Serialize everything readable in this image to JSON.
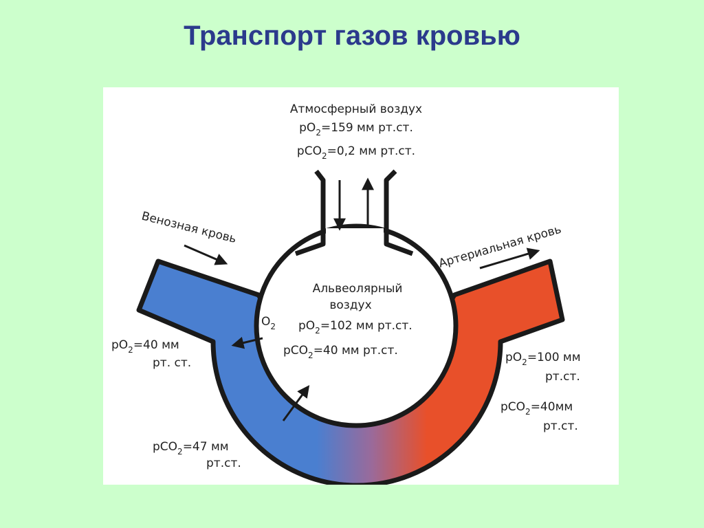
{
  "title": "Транспорт газов кровью",
  "colors": {
    "background": "#ccffcc",
    "title": "#2b3a8c",
    "venous": "#4a7fd0",
    "arterial": "#e8502a",
    "outline": "#1a1a1a"
  },
  "diagram": {
    "atmosphere": {
      "title": "Атмосферный воздух",
      "po2": {
        "prefix": "pO",
        "sub": "2",
        "value": "=159 мм рт.ст."
      },
      "pco2": {
        "prefix": "pCO",
        "sub": "2",
        "value": "=0,2 мм рт.ст."
      }
    },
    "venous_label": "Венозная кровь",
    "arterial_label": "Артериальная кровь",
    "alveolar": {
      "title_line1": "Альвеолярный",
      "title_line2": "воздух",
      "o2": {
        "prefix": "O",
        "sub": "2"
      },
      "po2": {
        "prefix": "pO",
        "sub": "2",
        "value": "=102 мм рт.ст."
      },
      "pco2": {
        "prefix": "pCO",
        "sub": "2",
        "value": "=40 мм рт.ст."
      }
    },
    "venous_values": {
      "po2": {
        "prefix": "pO",
        "sub": "2",
        "value": "=40 мм",
        "line2": "рт. ст."
      },
      "pco2": {
        "prefix": "pCO",
        "sub": "2",
        "value": "=47 мм",
        "line2": "рт.ст."
      }
    },
    "arterial_values": {
      "po2": {
        "prefix": "pO",
        "sub": "2",
        "value": "=100 мм",
        "line2": "рт.ст."
      },
      "pco2": {
        "prefix": "pCO",
        "sub": "2",
        "value": "=40мм",
        "line2": "рт.ст."
      }
    }
  }
}
